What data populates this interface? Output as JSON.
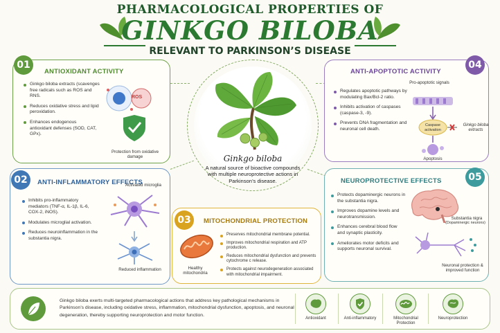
{
  "header": {
    "line1": "PHARMACOLOGICAL PROPERTIES OF",
    "line2": "GINKGO BILOBA",
    "line3": "RELEVANT TO PARKINSON’S DISEASE"
  },
  "center": {
    "name": "Ginkgo biloba",
    "description": "A natural source of bioactive compounds with multiple neuroprotective actions in Parkinson’s disease."
  },
  "panels": {
    "antioxidant": {
      "number": "01",
      "title": "ANTIOXIDANT ACTIVITY",
      "color": "#5f9a3c",
      "bullets": [
        "Ginkgo biloba extracts (scavenges free radicals such as ROS and RNS.",
        "Reduces oxidative stress and lipid peroxidation.",
        "Enhances endogenous antioxidant defenses (SOD, CAT, GPx)."
      ],
      "ros_label": "ROS",
      "caption": "Protection from oxidative damage"
    },
    "anti_inflammatory": {
      "number": "02",
      "title": "ANTI-INFLAMMATORY EFFECTS",
      "color": "#3f78b5",
      "bullets": [
        "Inhibits pro-inflammatory mediators (TNF-α, IL-1β, IL-6, COX-2, iNOS).",
        "Modulates microglial activation.",
        "Reduces neuroinflammation in the substantia nigra."
      ],
      "label_top": "Activated microglia",
      "label_bottom": "Reduced inflammation"
    },
    "mitochondrial": {
      "number": "03",
      "title": "MITOCHONDRIAL PROTECTION",
      "color": "#d9a320",
      "bullets": [
        "Preserves mitochondrial membrane potential.",
        "Improves mitochondrial respiration and ATP production.",
        "Reduces mitochondrial dysfunction and prevents cytochrome c release.",
        "Protects against neurodegeneration associated with mitochondrial impairment."
      ],
      "caption": "Healthy mitochondria"
    },
    "anti_apoptotic": {
      "number": "04",
      "title": "ANTI-APOPTOTIC ACTIVITY",
      "color": "#7e5aa8",
      "bullets": [
        "Regulates apoptotic pathways by modulating Bax/Bcl-2 ratio.",
        "Inhibits activation of caspases (caspase-3, -9).",
        "Prevents DNA fragmentation and neuronal cell death."
      ],
      "label_signals": "Pro-apoptotic signals",
      "label_caspase": "Caspase activation",
      "label_ginkgo": "Ginkgo biloba extracts",
      "label_apoptosis": "Apoptosis"
    },
    "neuroprotective": {
      "number": "05",
      "title": "NEUROPROTECTIVE EFFECTS",
      "color": "#3e9b9d",
      "bullets": [
        "Protects dopaminergic neurons in the substantia nigra.",
        "Improves dopamine levels and neurotransmission.",
        "Enhances cerebral blood flow and synaptic plasticity.",
        "Ameliorates motor deficits and supports neuronal survival."
      ],
      "label_sn": "Substantia nigra",
      "label_sn_sub": "(Dopaminergic neurons)",
      "caption": "Neuronal protection & improved function"
    }
  },
  "summary": {
    "text": "Ginkgo biloba exerts multi-targeted pharmacological actions that address key pathological mechanisms in Parkinson’s disease, including oxidative stress, inflammation, mitochondrial dysfunction, apoptosis, and neuronal degeneration, thereby supporting neuroprotection and motor function.",
    "items": [
      {
        "label": "Antioxidant",
        "icon": "brain-icon"
      },
      {
        "label": "Anti-inflammatory",
        "icon": "shield-check-icon"
      },
      {
        "label": "Mitochondrial Protection",
        "icon": "mitochondria-icon"
      },
      {
        "label": "Neuroprotection",
        "icon": "brain-icon"
      }
    ]
  }
}
